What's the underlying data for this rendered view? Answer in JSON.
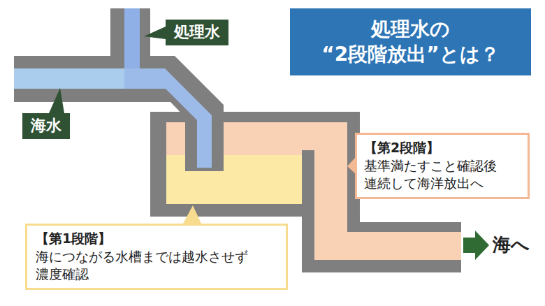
{
  "diagram": {
    "title": "処理水の “2段階放出”とは？",
    "nodes": [
      {
        "text": [
          "処理水"
        ]
      },
      {
        "text": [
          "海水"
        ]
      },
      {
        "text": [
          "【第2段階】",
          "基準満たすこと確認後 連続して海洋放出へ"
        ]
      },
      {
        "text": [
          "【第1段階】",
          "海につながる水槽までは越水させず 濃度確認"
        ]
      }
    ],
    "labels": [
      "海へ"
    ]
  }
}
